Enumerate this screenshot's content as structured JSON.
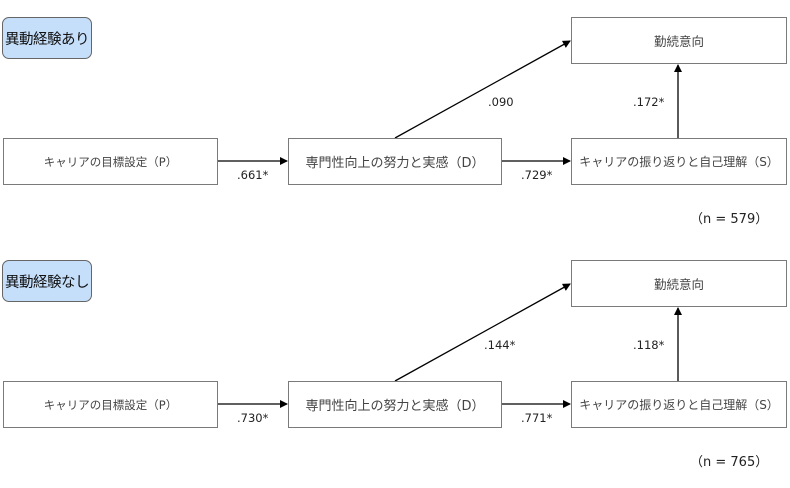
{
  "diagrams": [
    {
      "group_label": "異動経験あり",
      "sample_size": "（n = 579）",
      "nodes": {
        "p": "キャリアの目標設定（P）",
        "d": "専門性向上の努力と実感（D）",
        "s": "キャリアの振り返りと自己理解（S）",
        "outcome": "勤続意向"
      },
      "paths": {
        "p_to_d": ".661*",
        "d_to_s": ".729*",
        "d_to_outcome": ".090",
        "s_to_outcome": ".172*"
      }
    },
    {
      "group_label": "異動経験なし",
      "sample_size": "（n = 765）",
      "nodes": {
        "p": "キャリアの目標設定（P）",
        "d": "専門性向上の努力と実感（D）",
        "s": "キャリアの振り返りと自己理解（S）",
        "outcome": "勤続意向"
      },
      "paths": {
        "p_to_d": ".730*",
        "d_to_s": ".771*",
        "d_to_outcome": ".144*",
        "s_to_outcome": ".118*"
      }
    }
  ],
  "colors": {
    "badge_fill": "#c5defa",
    "badge_border": "#666666",
    "box_border": "#7a7a7a",
    "arrow": "#000000"
  }
}
